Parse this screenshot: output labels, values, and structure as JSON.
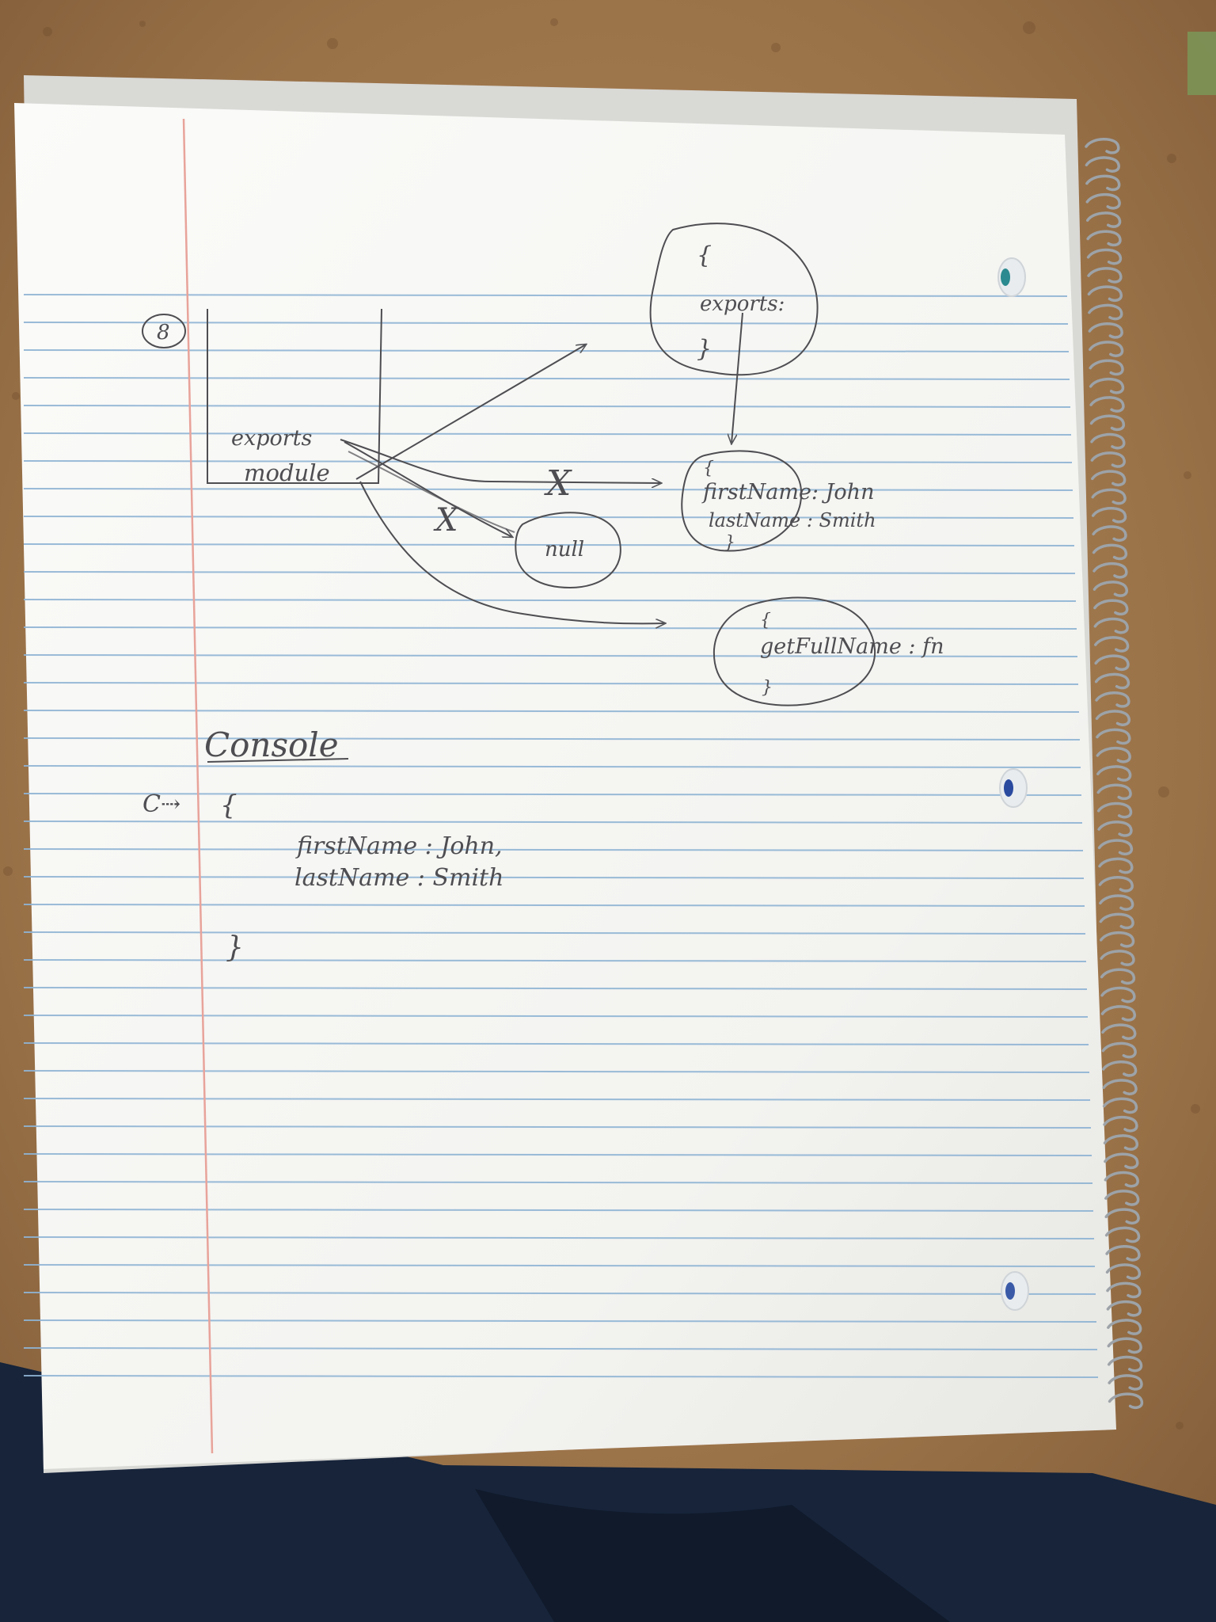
{
  "notebook": {
    "problem_number": "8",
    "diagram": {
      "box_labels": [
        "exports",
        "module"
      ],
      "exports_object": {
        "open_brace": "{",
        "label": "exports:",
        "close_brace": "}"
      },
      "data_object": {
        "open_brace": "{",
        "line1": "firstName: John",
        "line2": "lastName : Smith",
        "close_brace": "}"
      },
      "null_label": "null",
      "function_object": {
        "open_brace": "{",
        "line1": "getFullName : fn",
        "close_brace": "}"
      },
      "cross_marks": [
        "X",
        "X"
      ]
    },
    "console": {
      "heading": "Console",
      "prompt_glyph": "C⇢",
      "open_brace": "{",
      "line1": "firstName : John,",
      "line2": "lastName : Smith",
      "close_brace": "}"
    }
  },
  "colors": {
    "countertop": "#9a7248",
    "paper": "#f7f7f4",
    "rule_line": "#8fb4d4",
    "margin_line": "#e8a39a",
    "pencil": "#4e4e52",
    "spiral": "#9da3a8",
    "fabric": "#17243a"
  }
}
